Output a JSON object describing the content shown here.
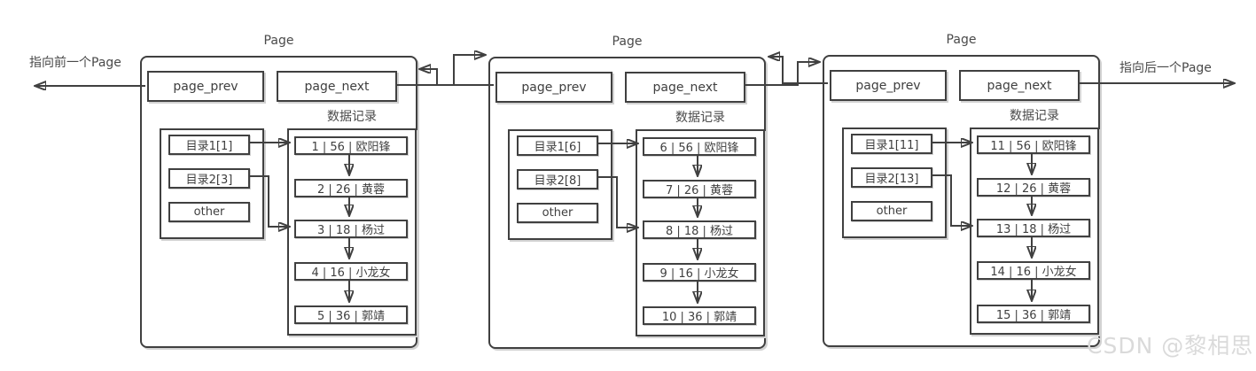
{
  "diagram": {
    "left_label": "指向前一个Page",
    "right_label": "指向后一个Page",
    "watermark": "CSDN @黎相思",
    "colors": {
      "line": "#404040",
      "text": "#3f3f3f",
      "watermark": "#dadada",
      "background": "#ffffff"
    },
    "pages": [
      {
        "title": "Page",
        "prev": "page_prev",
        "next": "page_next",
        "data_label": "数据记录",
        "dirs": [
          "目录1[1]",
          "目录2[3]",
          "other"
        ],
        "records": [
          "1 | 56 | 欧阳锋",
          "2 | 26 | 黄蓉",
          "3 | 18 | 杨过",
          "4 | 16 | 小龙女",
          "5 | 36 | 郭靖"
        ]
      },
      {
        "title": "Page",
        "prev": "page_prev",
        "next": "page_next",
        "data_label": "数据记录",
        "dirs": [
          "目录1[6]",
          "目录2[8]",
          "other"
        ],
        "records": [
          "6 | 56 | 欧阳锋",
          "7 | 26 | 黄蓉",
          "8 | 18 | 杨过",
          "9 | 16 | 小龙女",
          "10 | 36 | 郭靖"
        ]
      },
      {
        "title": "Page",
        "prev": "page_prev",
        "next": "page_next",
        "data_label": "数据记录",
        "dirs": [
          "目录1[11]",
          "目录2[13]",
          "other"
        ],
        "records": [
          "11 | 56 | 欧阳锋",
          "12 | 26 | 黄蓉",
          "13 | 18 | 杨过",
          "14 | 16 | 小龙女",
          "15 | 36 | 郭靖"
        ]
      }
    ]
  }
}
